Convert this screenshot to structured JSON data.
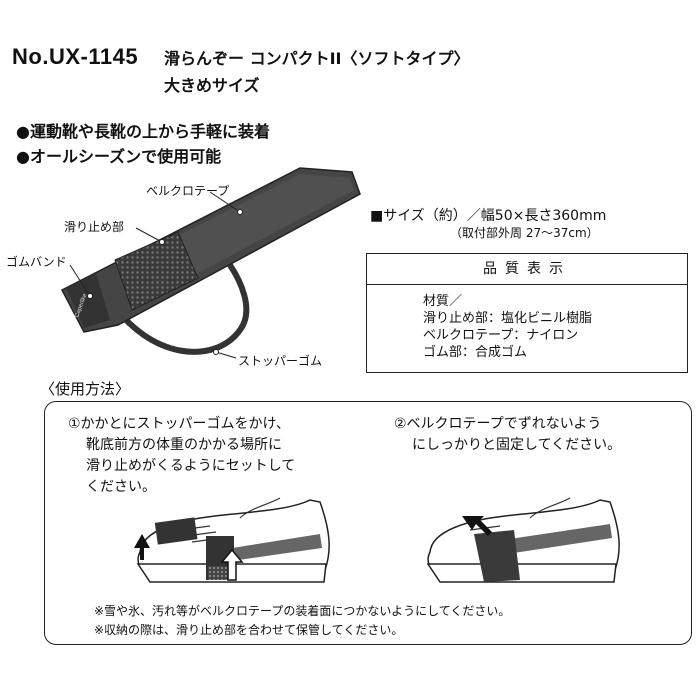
{
  "header": {
    "model": "No.UX-1145",
    "title": "滑らんぞー コンパクトII〈ソフトタイプ〉",
    "subtitle": "大きめサイズ"
  },
  "features": [
    "●運動靴や長靴の上から手軽に装着",
    "●オールシーズンで使用可能"
  ],
  "product_labels": {
    "velcro": "ベルクロテープ",
    "antislip": "滑り止め部",
    "rubber_band": "ゴムバンド",
    "stopper": "ストッパーゴム",
    "brand_text": "Caperlike"
  },
  "size": {
    "main": "■サイズ（約）／幅50×長さ360mm",
    "sub": "（取付部外周 27〜37cm）"
  },
  "quality": {
    "heading": "品質表示",
    "lines": [
      "材質／",
      "滑り止め部：塩化ビニル樹脂",
      "ベルクロテープ：ナイロン",
      "ゴム部：合成ゴム"
    ]
  },
  "usage": {
    "label": "〈使用方法〉",
    "step1": [
      "①かかとにストッパーゴムをかけ、",
      "靴底前方の体重のかかる場所に",
      "滑り止めがくるようにセットして",
      "ください。"
    ],
    "step2": [
      "②ベルクロテープでずれないよう",
      "にしっかりと固定してください。"
    ],
    "notes": [
      "※雪や氷、汚れ等がベルクロテープの装着面につかないようにしてください。",
      "※収納の際は、滑り止め部を合わせて保管してください。"
    ]
  }
}
